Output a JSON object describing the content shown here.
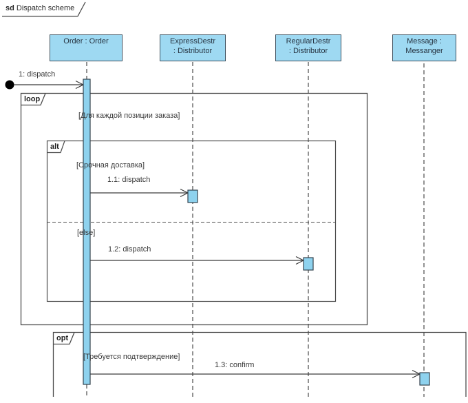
{
  "diagram": {
    "frame_keyword": "sd",
    "frame_title": "Dispatch scheme"
  },
  "lifelines": [
    {
      "name": "Order : Order",
      "line1": "Order : Order",
      "line2": ""
    },
    {
      "name": "ExpressDestr : Distributor",
      "line1": "ExpressDestr",
      "line2": ": Distributor"
    },
    {
      "name": "RegularDestr : Distributor",
      "line1": "RegularDestr",
      "line2": ": Distributor"
    },
    {
      "name": "Message : Messanger",
      "line1": "Message :",
      "line2": "Messanger"
    }
  ],
  "messages": [
    {
      "label": "1: dispatch",
      "from": "found-message-start",
      "to": "Order : Order"
    },
    {
      "label": "1.1: dispatch",
      "from": "Order : Order",
      "to": "ExpressDestr : Distributor"
    },
    {
      "label": "1.2: dispatch",
      "from": "Order : Order",
      "to": "RegularDestr : Distributor"
    },
    {
      "label": "1.3: confirm",
      "from": "Order : Order",
      "to": "Message : Messanger"
    }
  ],
  "fragments": {
    "loop": {
      "operator": "loop",
      "guard": "[Для каждой позиции заказа]"
    },
    "alt": {
      "operator": "alt",
      "guard_if": "[Срочная доставка]",
      "guard_else": "[else]"
    },
    "opt": {
      "operator": "opt",
      "guard": "[Требуется подтверждение]"
    }
  },
  "colors": {
    "element_fill": "#9ed9f2",
    "activation_fill": "#8ed2ee",
    "element_border": "#3d4f5d",
    "frame_line": "#4a4a4a"
  }
}
